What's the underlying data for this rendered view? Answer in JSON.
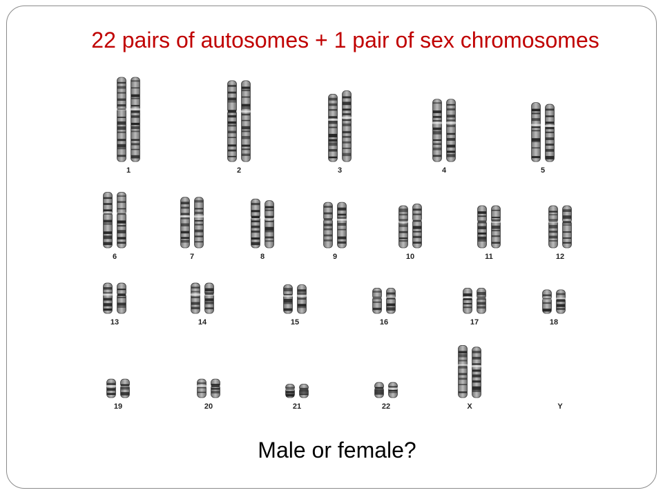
{
  "slide": {
    "title": "22 pairs of autosomes + 1 pair of sex chromosomes",
    "question": "Male or female?",
    "title_color": "#c00000"
  },
  "karyotype": {
    "pairs": [
      {
        "label": "1",
        "sizes": [
          1.0,
          1.0
        ]
      },
      {
        "label": "2",
        "sizes": [
          0.96,
          0.96
        ]
      },
      {
        "label": "3",
        "sizes": [
          0.8,
          0.84
        ]
      },
      {
        "label": "4",
        "sizes": [
          0.74,
          0.74
        ]
      },
      {
        "label": "5",
        "sizes": [
          0.7,
          0.68
        ]
      },
      {
        "label": "6",
        "sizes": [
          0.66,
          0.66
        ]
      },
      {
        "label": "7",
        "sizes": [
          0.6,
          0.6
        ]
      },
      {
        "label": "8",
        "sizes": [
          0.58,
          0.56
        ]
      },
      {
        "label": "9",
        "sizes": [
          0.54,
          0.54
        ]
      },
      {
        "label": "10",
        "sizes": [
          0.5,
          0.52
        ]
      },
      {
        "label": "11",
        "sizes": [
          0.5,
          0.5
        ]
      },
      {
        "label": "12",
        "sizes": [
          0.5,
          0.5
        ]
      },
      {
        "label": "13",
        "sizes": [
          0.36,
          0.36
        ]
      },
      {
        "label": "14",
        "sizes": [
          0.36,
          0.36
        ]
      },
      {
        "label": "15",
        "sizes": [
          0.34,
          0.34
        ]
      },
      {
        "label": "16",
        "sizes": [
          0.3,
          0.3
        ]
      },
      {
        "label": "17",
        "sizes": [
          0.3,
          0.3
        ]
      },
      {
        "label": "18",
        "sizes": [
          0.28,
          0.28
        ]
      },
      {
        "label": "19",
        "sizes": [
          0.22,
          0.22
        ]
      },
      {
        "label": "20",
        "sizes": [
          0.22,
          0.22
        ]
      },
      {
        "label": "21",
        "sizes": [
          0.16,
          0.16
        ]
      },
      {
        "label": "22",
        "sizes": [
          0.18,
          0.18
        ]
      },
      {
        "label": "X",
        "sizes": [
          0.62,
          0.6
        ]
      },
      {
        "label": "Y",
        "sizes": []
      }
    ]
  }
}
